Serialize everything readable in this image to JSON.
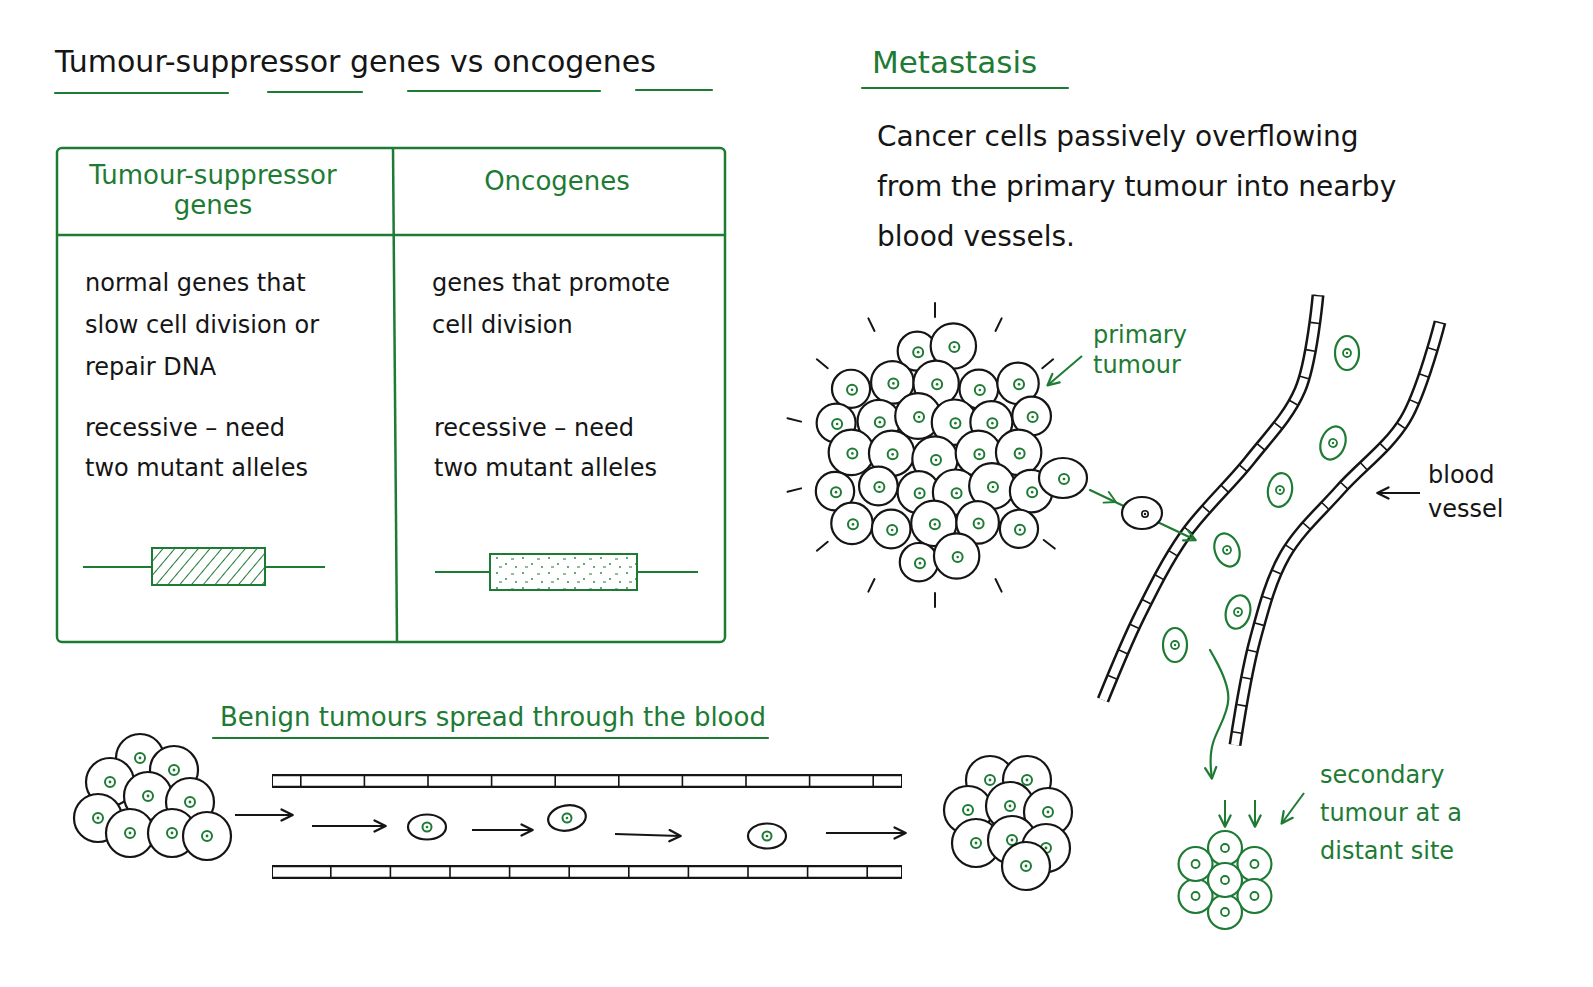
{
  "diagram": {
    "nodes": [
      {
        "text": [
          "primary tumour"
        ]
      },
      {
        "text": [
          "blood vessel"
        ]
      },
      {
        "text": [
          "secondary tumour at a distant site"
        ]
      }
    ],
    "edges": [
      {
        "from": 0,
        "to": 1,
        "arrow": "to"
      },
      {
        "from": 1,
        "to": 2,
        "arrow": "to"
      }
    ],
    "labels": [
      "Tumour-suppressor genes vs oncogenes",
      "Tumour-suppressor genes",
      "Oncogenes",
      "normal genes that slow cell division or repair DNA",
      "recessive – need two mutant alleles",
      "genes that promote cell division",
      "recessive – need two mutant alleles",
      "Metastasis",
      "Cancer cells passively overflowing from the primary tumour into nearby blood vessels.",
      "Benign tumours spread through the blood"
    ]
  }
}
